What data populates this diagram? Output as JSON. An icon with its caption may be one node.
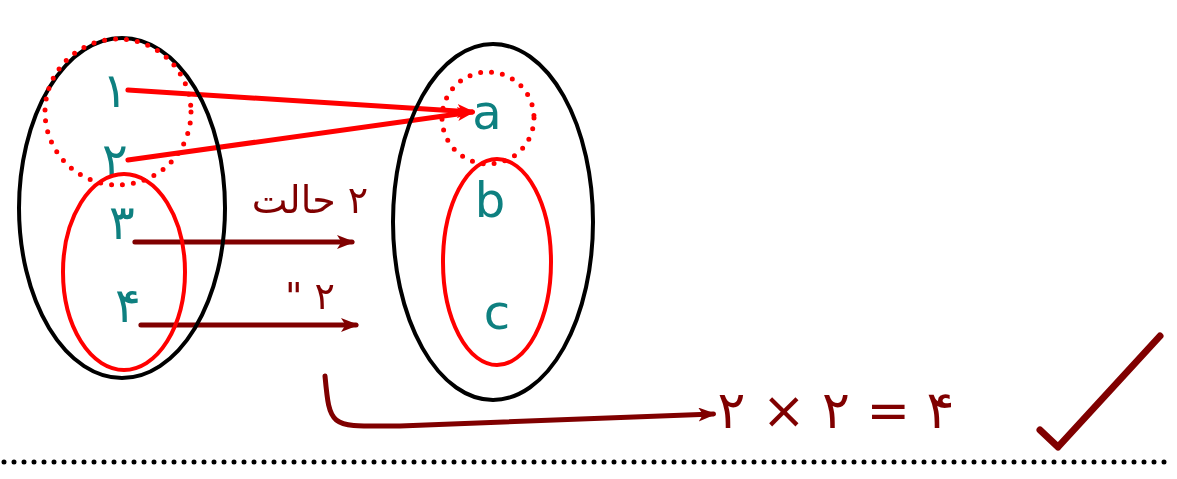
{
  "diagram": {
    "nodes": [
      {
        "text": [],
        "shape": "ellipse"
      },
      {
        "text": [],
        "shape": "circle",
        "in": 0
      },
      {
        "text": [
          "۱"
        ],
        "in": 1
      },
      {
        "text": [
          "۲"
        ],
        "in": 1
      },
      {
        "text": [],
        "shape": "ellipse",
        "in": 0
      },
      {
        "text": [
          "۳"
        ],
        "in": 4
      },
      {
        "text": [
          "۴"
        ],
        "in": 4
      },
      {
        "text": [],
        "shape": "ellipse"
      },
      {
        "text": [],
        "shape": "circle",
        "in": 7
      },
      {
        "text": [
          "a"
        ],
        "in": 8
      },
      {
        "text": [],
        "shape": "ellipse",
        "in": 7
      },
      {
        "text": [
          "b"
        ],
        "in": 10
      },
      {
        "text": [
          "c"
        ],
        "in": 10
      },
      {
        "text": [
          "۲ × ۲ = ۴"
        ]
      }
    ],
    "edges": [
      {
        "from": 2,
        "to": 9,
        "arrow": "to",
        "color": "#ff0000"
      },
      {
        "from": 3,
        "to": 9,
        "arrow": "to",
        "color": "#ff0000"
      },
      {
        "from": 5,
        "to": null,
        "arrow": "to",
        "label": "۲ حالت"
      },
      {
        "from": 6,
        "to": null,
        "arrow": "to",
        "label": "۲ \""
      },
      {
        "from": null,
        "to": 13,
        "arrow": "to"
      }
    ]
  }
}
